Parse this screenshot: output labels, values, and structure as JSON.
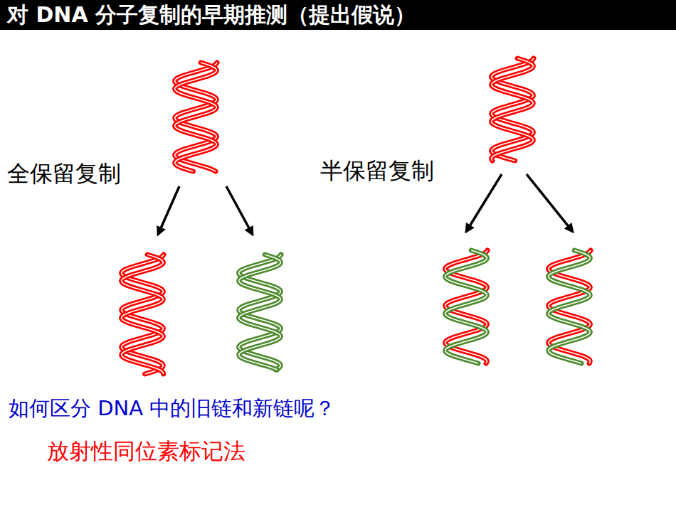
{
  "diagram": {
    "title": "对 DNA 分子复制的早期推测（提出假说）",
    "labels": [
      "全保留复制",
      "半保留复制",
      "如何区分 DNA 中的旧链和新链呢？",
      "放射性同位素标记法"
    ]
  }
}
